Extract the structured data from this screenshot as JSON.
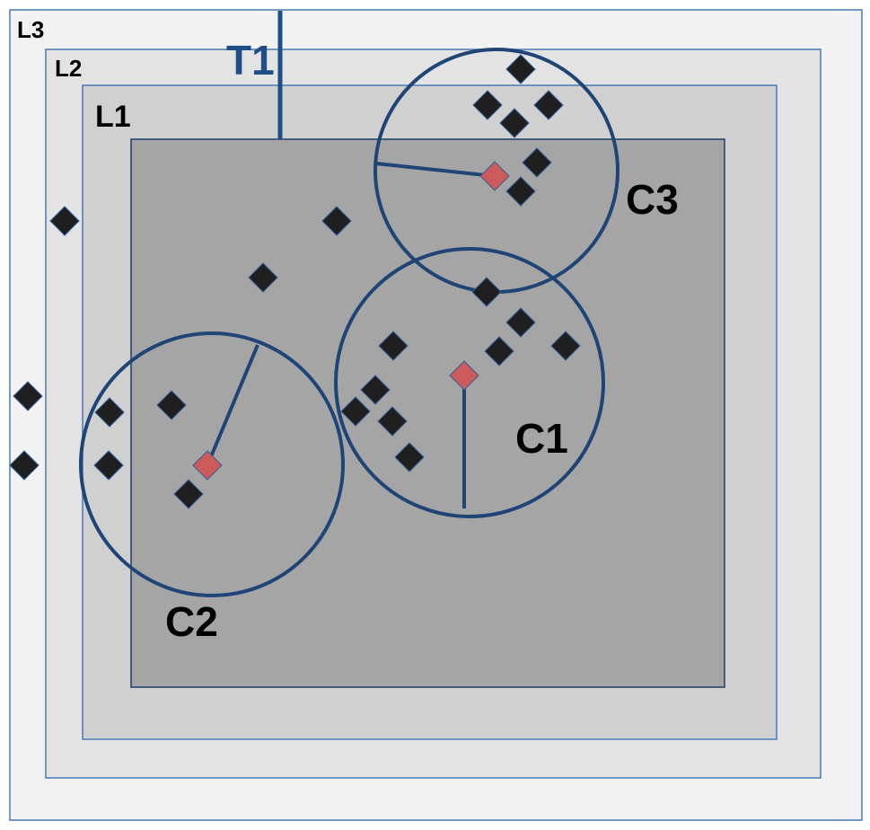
{
  "layers": [
    {
      "id": "L3",
      "label": "L3",
      "fill": "#f2f2f2",
      "stroke": "#4a7ab5"
    },
    {
      "id": "L2",
      "label": "L2",
      "fill": "#e3e3e3",
      "stroke": "#4a7ab5"
    },
    {
      "id": "L1",
      "label": "L1",
      "fill": "#d0d0d0",
      "stroke": "#4a7ab5"
    },
    {
      "id": "L0",
      "label": "",
      "fill": "#a5a5a5",
      "stroke": "#1f3f66"
    }
  ],
  "threshold": {
    "label": "T1",
    "color": "#1f4e86"
  },
  "clusters": [
    {
      "id": "C1",
      "label": "C1",
      "stroke": "#1f4577"
    },
    {
      "id": "C2",
      "label": "C2",
      "stroke": "#1f4577"
    },
    {
      "id": "C3",
      "label": "C3",
      "stroke": "#1f4577"
    }
  ],
  "colors": {
    "point": "#1f1f1f",
    "centroid": "#cc5a5a",
    "point_outline": "#2f5f9a"
  }
}
